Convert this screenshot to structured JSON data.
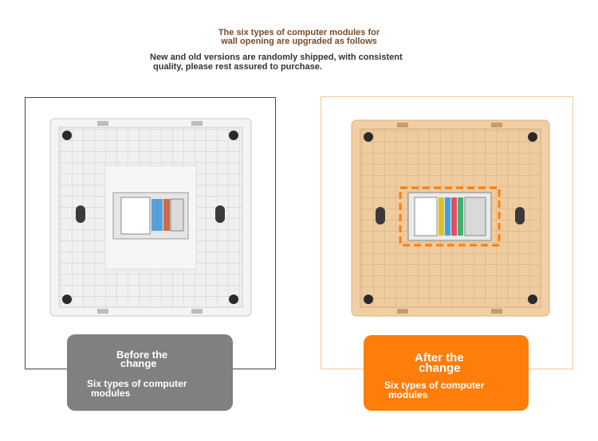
{
  "header": {
    "title_line1": "The six types of computer modules for",
    "title_line2": "wall opening are upgraded as follows",
    "note_line1": "New and old versions are randomly shipped, with consistent",
    "note_line2": "quality, please rest assured to purchase."
  },
  "before": {
    "title_line1": "Before the",
    "title_line2": "change",
    "desc_line1": "Six types of computer",
    "desc_line2": "modules"
  },
  "after": {
    "title_line1": "After the",
    "title_line2": "change",
    "desc_line1": "Six types of computer",
    "desc_line2": "modules"
  },
  "colors": {
    "title_brown": "#7a4a2a",
    "before_card": "#808080",
    "after_card": "#ff7d0b",
    "after_frame": "#f3c896",
    "highlight_dash": "#ff7d0b",
    "panel_white": "#f4f4f4",
    "panel_champagne": "#f1cfa4"
  }
}
